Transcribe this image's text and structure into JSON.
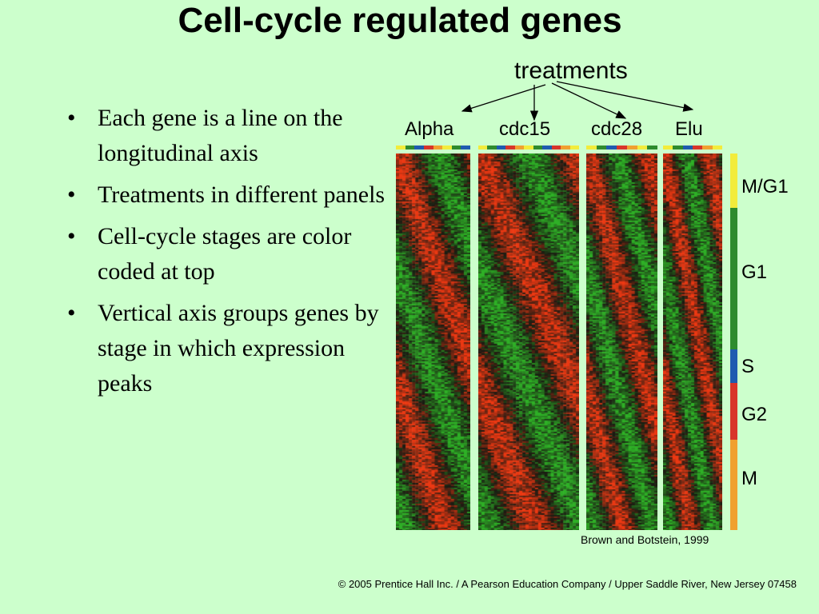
{
  "slide": {
    "title": "Cell-cycle regulated genes",
    "bullets": [
      "Each gene is a line on the longitudinal axis",
      "Treatments in different panels",
      "Cell-cycle stages are color coded at top",
      "Vertical axis groups genes by stage in which expression peaks"
    ],
    "bullet_symbol": "•"
  },
  "figure": {
    "treatments_label": "treatments",
    "treatments": [
      "Alpha",
      "cdc15",
      "cdc28",
      "Elu"
    ],
    "stages": [
      {
        "name": "M/G1",
        "color": "#f2ec3c",
        "fraction": 0.145
      },
      {
        "name": "G1",
        "color": "#2e8b2e",
        "fraction": 0.375
      },
      {
        "name": "S",
        "color": "#1f5bb0",
        "fraction": 0.09
      },
      {
        "name": "G2",
        "color": "#d8352a",
        "fraction": 0.15
      },
      {
        "name": "M",
        "color": "#f0a030",
        "fraction": 0.24
      }
    ],
    "heatmap_colors": {
      "low": "#1e9a1e",
      "high": "#e8301e",
      "neutral": "#1a1a14"
    },
    "credit": "Brown and Botstein, 1999"
  },
  "footer": {
    "copyright": "© 2005 Prentice Hall Inc. / A Pearson Education Company / Upper Saddle River, New Jersey 07458"
  }
}
